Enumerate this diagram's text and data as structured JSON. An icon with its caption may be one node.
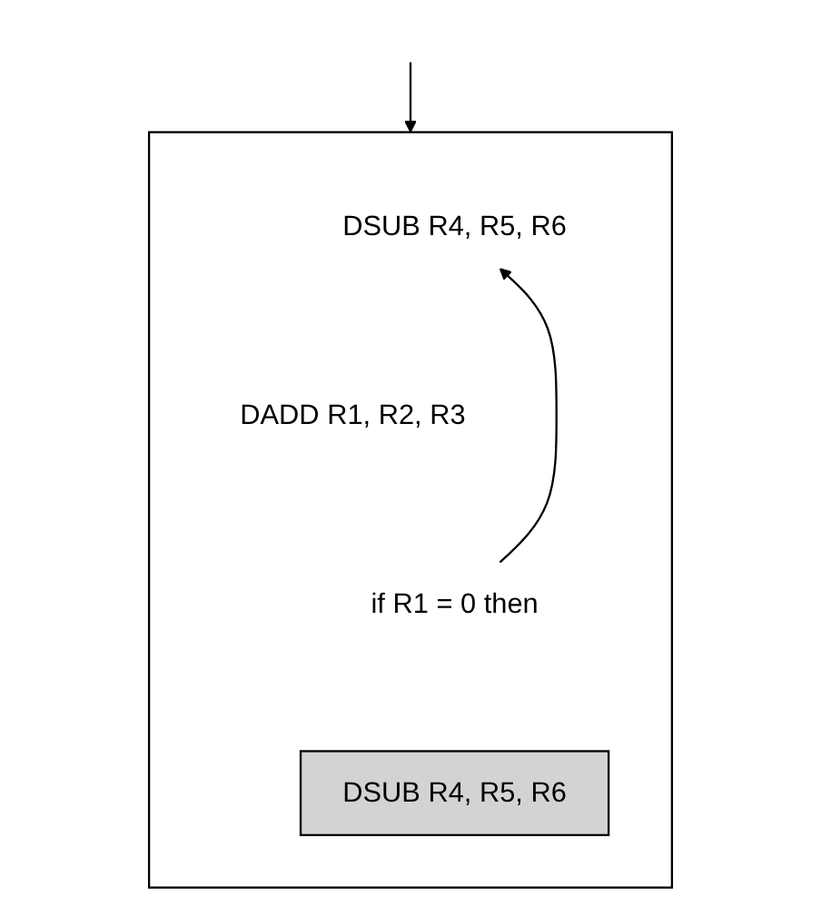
{
  "diagram": {
    "nodes": [
      {
        "text": [],
        "shape": "box"
      },
      {
        "text": [
          "DSUB R4, R5, R6"
        ],
        "in": 0
      },
      {
        "text": [
          "DADD R1, R2, R3"
        ],
        "in": 0
      },
      {
        "text": [
          "if R1 = 0 then"
        ],
        "in": 0
      },
      {
        "text": [
          "DSUB R4, R5, R6"
        ],
        "in": 0
      }
    ],
    "edges": [
      {
        "from": null,
        "to": 0,
        "arrow": "to"
      },
      {
        "from": 3,
        "to": 1,
        "arrow": "to"
      }
    ]
  }
}
